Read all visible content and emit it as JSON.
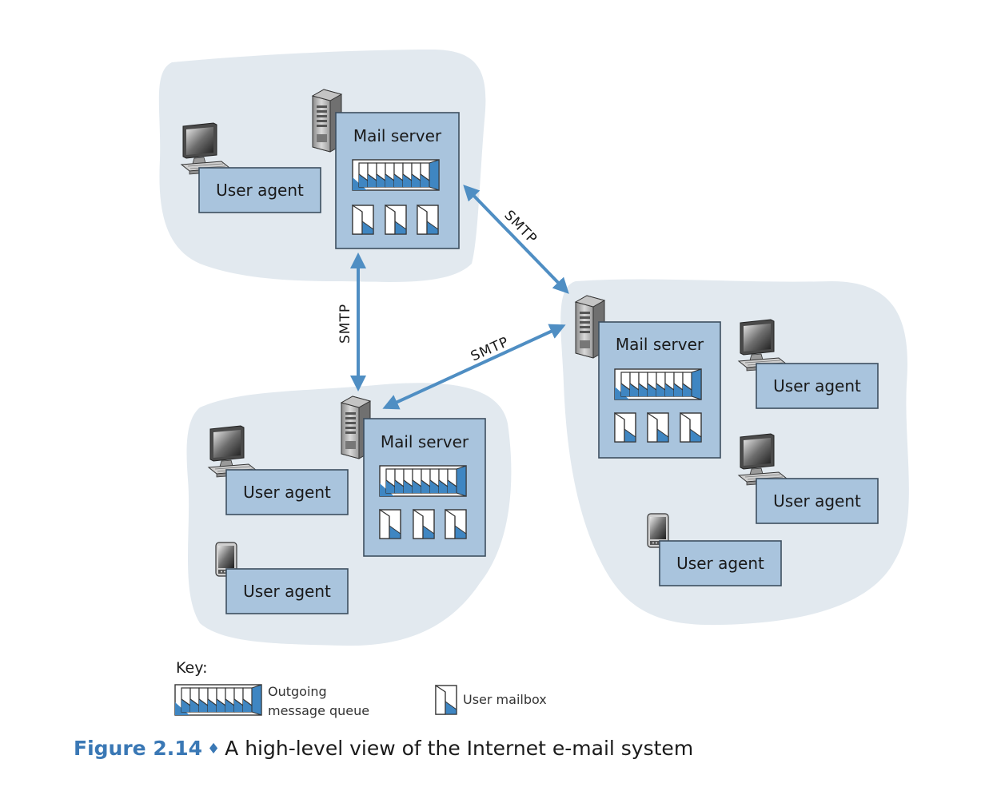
{
  "diagram": {
    "mail_server_label": "Mail server",
    "user_agent_label": "User agent",
    "protocol_label": "SMTP"
  },
  "key": {
    "title": "Key:",
    "queue_line1": "Outgoing",
    "queue_line2": "message queue",
    "mailbox_label": "User mailbox"
  },
  "caption": {
    "figure_number": "Figure 2.14",
    "separator": "♦",
    "text": "A high-level view of the Internet e-mail system"
  },
  "colors": {
    "cloud": "#e2e9ef",
    "box_fill": "#a9c4dd",
    "box_stroke": "#3d4f60",
    "arrow": "#4f8ec3",
    "accent_triangle": "#3f86c2"
  }
}
